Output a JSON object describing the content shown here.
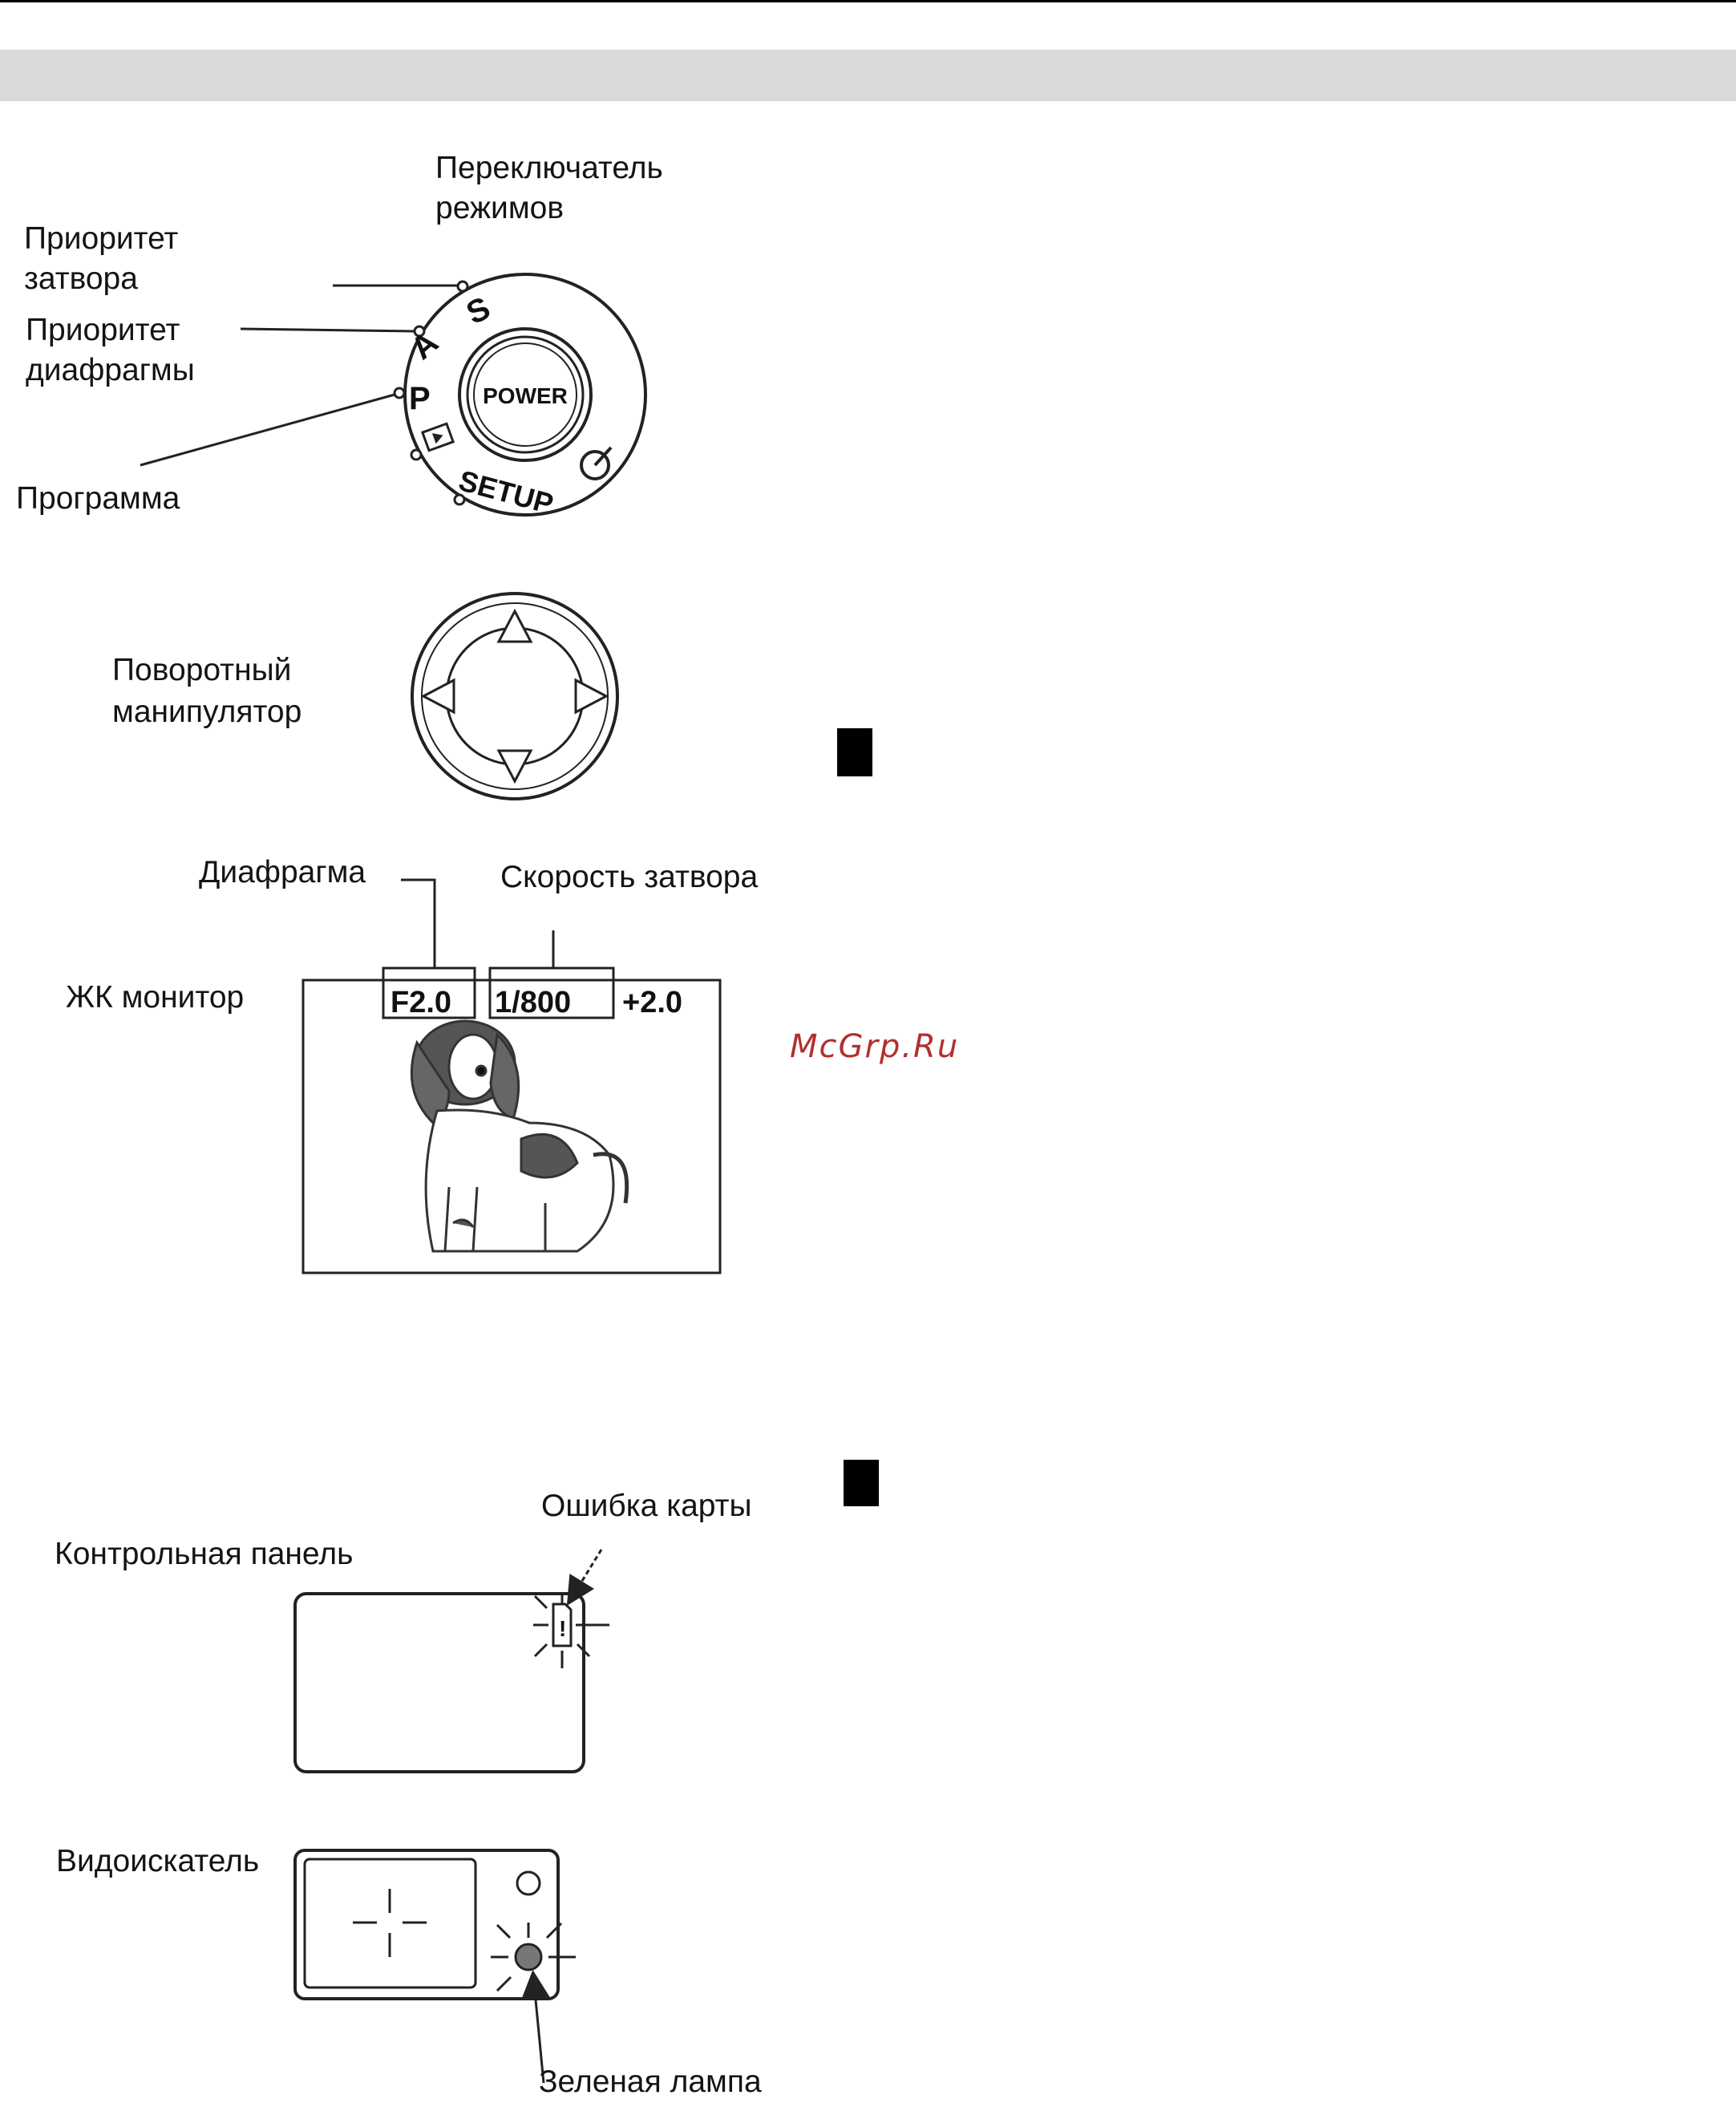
{
  "labels": {
    "mode_dial": [
      "Переключатель",
      "режимов"
    ],
    "shutter_priority": [
      "Приоритет",
      "затвора"
    ],
    "aperture_priority": [
      "Приоритет",
      "диафрагмы"
    ],
    "program": "Программа",
    "rotary_controller": [
      "Поворотный",
      "манипулятор"
    ],
    "aperture": "Диафрагма",
    "shutter_speed": "Скорость затвора",
    "lcd_monitor": "ЖК монитор",
    "card_error": "Ошибка карты",
    "control_panel": "Контрольная панель",
    "viewfinder": "Видоискатель",
    "green_lamp": "Зеленая лампа"
  },
  "dial": {
    "power": "POWER",
    "mode_s": "S",
    "mode_a": "A",
    "mode_p": "P",
    "setup": "SETUP"
  },
  "lcd": {
    "aperture_value": "F2.0",
    "shutter_value": "1/800",
    "exposure_comp": "+2.0"
  },
  "control_panel_icon": "!",
  "watermark": "McGrp.Ru"
}
